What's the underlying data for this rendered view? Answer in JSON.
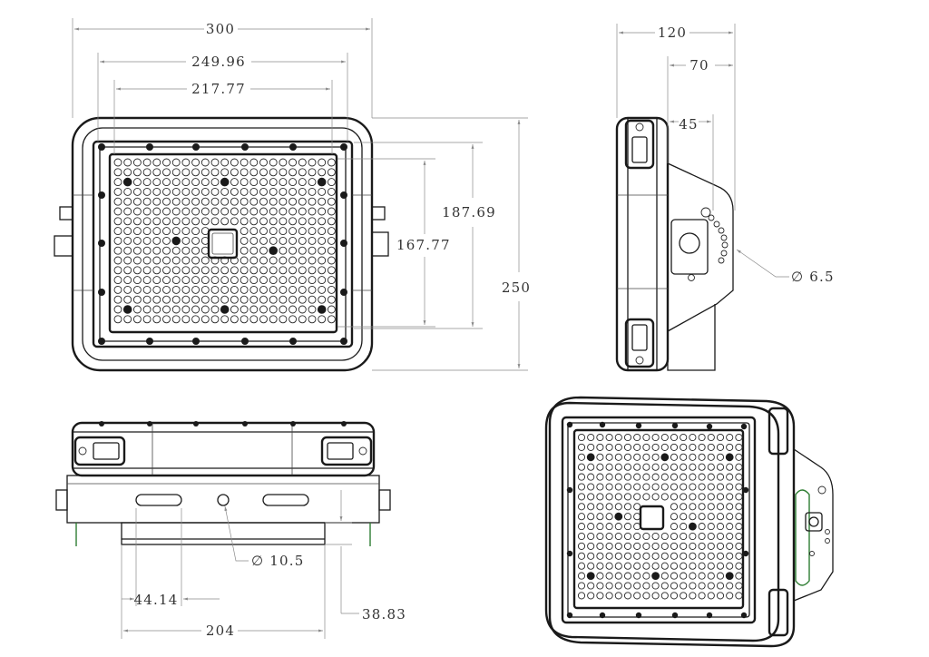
{
  "dimensions": {
    "front_width": "300",
    "mounting_width": "249.96",
    "lens_width": "217.77",
    "mounting_height": "187.69",
    "lens_height": "167.77",
    "front_height": "250",
    "side_depth": "120",
    "bracket_depth": "70",
    "bracket_offset": "45",
    "bracket_hole_dia": "∅ 6.5",
    "pivot_hole_dia": "∅ 10.5",
    "slot_length": "44.14",
    "base_width": "204",
    "base_depth": "38.83"
  },
  "colors": {
    "line": "#1a1a1a",
    "dimension": "#8a8a8a",
    "accent": "#2e7d32"
  }
}
